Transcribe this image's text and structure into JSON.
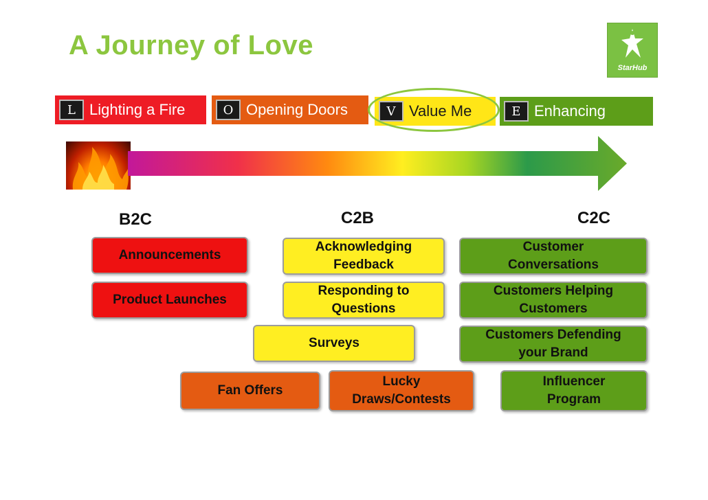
{
  "title": "A Journey of Love",
  "logo": {
    "text": "StarHub",
    "icon": "star-figure-icon"
  },
  "phases": [
    {
      "letter": "L",
      "label": "Lighting a Fire",
      "color": "#ee1c25"
    },
    {
      "letter": "O",
      "label": "Opening Doors",
      "color": "#e45b12"
    },
    {
      "letter": "V",
      "label": "Value Me",
      "color": "#ffe617"
    },
    {
      "letter": "E",
      "label": "Enhancing",
      "color": "#5d9e19"
    }
  ],
  "highlighted_phase": "Value Me",
  "columns": {
    "b2c": "B2C",
    "c2b": "C2B",
    "c2c": "C2C"
  },
  "boxes": {
    "announcements": "Announcements",
    "product_launches": "Product Launches",
    "acknowledging_feedback": "Acknowledging\nFeedback",
    "responding_questions": "Responding to\nQuestions",
    "surveys": "Surveys",
    "fan_offers": "Fan Offers",
    "lucky_draws": "Lucky\nDraws/Contests",
    "customer_conversations": "Customer\nConversations",
    "customers_helping": "Customers Helping\nCustomers",
    "customers_defending": "Customers Defending\nyour Brand",
    "influencer_program": "Influencer\nProgram"
  },
  "colors": {
    "red": "#ee1111",
    "yellow": "#ffee22",
    "orange": "#e45b12",
    "green": "#5d9e19",
    "title": "#8cc63f"
  }
}
